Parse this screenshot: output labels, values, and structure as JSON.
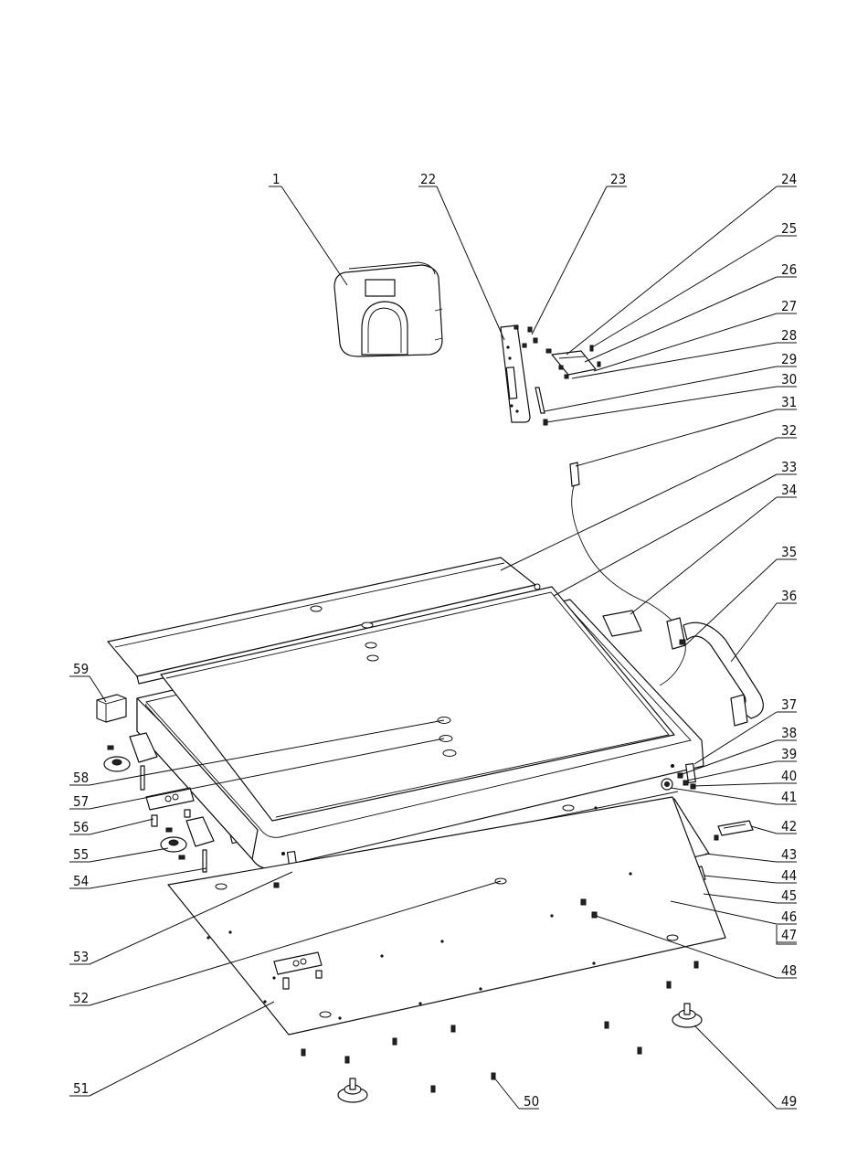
{
  "labels": [
    {
      "id": "1",
      "text": "1"
    },
    {
      "id": "22",
      "text": "22"
    },
    {
      "id": "23",
      "text": "23"
    },
    {
      "id": "24",
      "text": "24"
    },
    {
      "id": "25",
      "text": "25"
    },
    {
      "id": "26",
      "text": "26"
    },
    {
      "id": "27",
      "text": "27"
    },
    {
      "id": "28",
      "text": "28"
    },
    {
      "id": "29",
      "text": "29"
    },
    {
      "id": "30",
      "text": "30"
    },
    {
      "id": "31",
      "text": "31"
    },
    {
      "id": "32",
      "text": "32"
    },
    {
      "id": "33",
      "text": "33"
    },
    {
      "id": "34",
      "text": "34"
    },
    {
      "id": "35",
      "text": "35"
    },
    {
      "id": "36",
      "text": "36"
    },
    {
      "id": "37",
      "text": "37"
    },
    {
      "id": "38",
      "text": "38"
    },
    {
      "id": "39",
      "text": "39"
    },
    {
      "id": "40",
      "text": "40"
    },
    {
      "id": "41",
      "text": "41"
    },
    {
      "id": "42",
      "text": "42"
    },
    {
      "id": "43",
      "text": "43"
    },
    {
      "id": "44",
      "text": "44"
    },
    {
      "id": "45",
      "text": "45"
    },
    {
      "id": "46",
      "text": "46"
    },
    {
      "id": "47",
      "text": "47"
    },
    {
      "id": "48",
      "text": "48"
    },
    {
      "id": "49",
      "text": "49"
    },
    {
      "id": "50",
      "text": "50"
    },
    {
      "id": "51",
      "text": "51"
    },
    {
      "id": "52",
      "text": "52"
    },
    {
      "id": "53",
      "text": "53"
    },
    {
      "id": "54",
      "text": "54"
    },
    {
      "id": "55",
      "text": "55"
    },
    {
      "id": "56",
      "text": "56"
    },
    {
      "id": "57",
      "text": "57"
    },
    {
      "id": "58",
      "text": "58"
    },
    {
      "id": "59",
      "text": "59"
    }
  ]
}
